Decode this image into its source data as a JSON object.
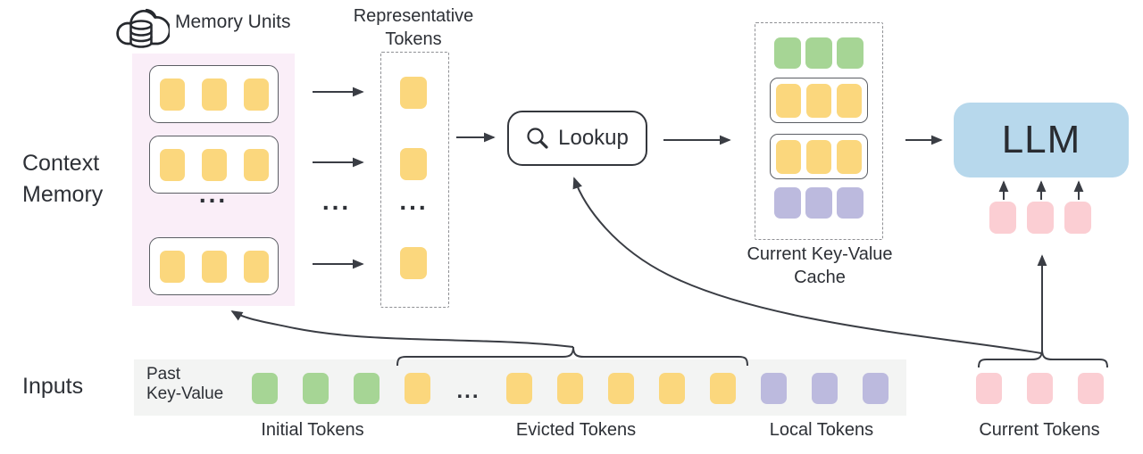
{
  "labels": {
    "memory_units": "Memory Units",
    "representative_tokens": "Representative\nTokens",
    "context_memory": "Context\nMemory",
    "lookup": "Lookup",
    "current_kv_cache": "Current Key-Value\nCache",
    "llm": "LLM",
    "inputs": "Inputs",
    "past_key_value": "Past\nKey-Value",
    "initial_tokens": "Initial Tokens",
    "evicted_tokens": "Evicted Tokens",
    "local_tokens": "Local Tokens",
    "current_tokens": "Current Tokens",
    "ellipsis": "..."
  },
  "icons": {
    "memory_units": "cloud-database-icon",
    "lookup": "search-icon"
  },
  "colors": {
    "token_yellow": "#fbd77d",
    "token_green": "#a6d595",
    "token_purple": "#bcbade",
    "token_pink": "#fbced3",
    "llm_fill": "#b7d8ec",
    "memory_panel_fill": "#faeef8",
    "inputs_panel_fill": "#f3f4f3",
    "line": "#3a3d44",
    "text": "#2d3036"
  },
  "token_groups": {
    "memory_unit_1": {
      "count": 3,
      "color": "token_yellow"
    },
    "memory_unit_2": {
      "count": 3,
      "color": "token_yellow"
    },
    "memory_unit_3": {
      "count": 3,
      "color": "token_yellow"
    },
    "representative_1": {
      "count": 1,
      "color": "token_yellow"
    },
    "representative_2": {
      "count": 1,
      "color": "token_yellow"
    },
    "representative_3": {
      "count": 1,
      "color": "token_yellow"
    },
    "cache_green": {
      "count": 3,
      "color": "token_green"
    },
    "cache_yellow_1": {
      "count": 3,
      "color": "token_yellow"
    },
    "cache_yellow_2": {
      "count": 3,
      "color": "token_yellow"
    },
    "cache_purple": {
      "count": 3,
      "color": "token_purple"
    },
    "llm_input": {
      "count": 3,
      "color": "token_pink"
    },
    "initial": {
      "count": 3,
      "color": "token_green"
    },
    "evicted_head": {
      "count": 1,
      "color": "token_yellow"
    },
    "evicted_tail": {
      "count": 5,
      "color": "token_yellow"
    },
    "local": {
      "count": 3,
      "color": "token_purple"
    },
    "current": {
      "count": 3,
      "color": "token_pink"
    }
  }
}
